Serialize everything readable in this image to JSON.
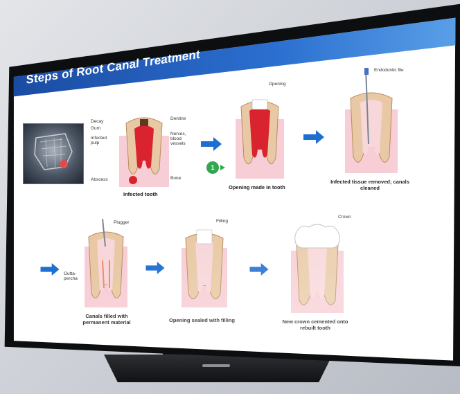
{
  "slide": {
    "title": "Steps of Root Canal Treatment",
    "steps": [
      {
        "caption": "Infected tooth",
        "labels": [
          "Decay",
          "Gum",
          "Infected pulp",
          "Abscess",
          "Dentine",
          "Nerves, blood vessels",
          "Bone"
        ]
      },
      {
        "caption": "Opening made in tooth",
        "labels": [
          "Opening"
        ],
        "badge": "1"
      },
      {
        "caption": "Infected tissue removed; canals cleaned",
        "labels": [
          "Endodontic file"
        ]
      },
      {
        "caption": "Canals filled with permanent material",
        "labels": [
          "Plugger",
          "Gutta-percha"
        ]
      },
      {
        "caption": "Opening sealed with filling",
        "labels": [
          "Filling"
        ]
      },
      {
        "caption": "New crown cemented onto rebuilt tooth",
        "labels": [
          "Crown"
        ]
      }
    ]
  },
  "colors": {
    "title_bar": "#2b6fd0",
    "arrow": "#1f6fd1",
    "badge": "#2fa84f",
    "infection": "#d9232e",
    "pulp": "#f2b5c0",
    "tooth": "#e9c9a5"
  },
  "icons": {
    "step_arrow": "right-arrow-icon",
    "step_badge": "numbered-step-badge"
  }
}
